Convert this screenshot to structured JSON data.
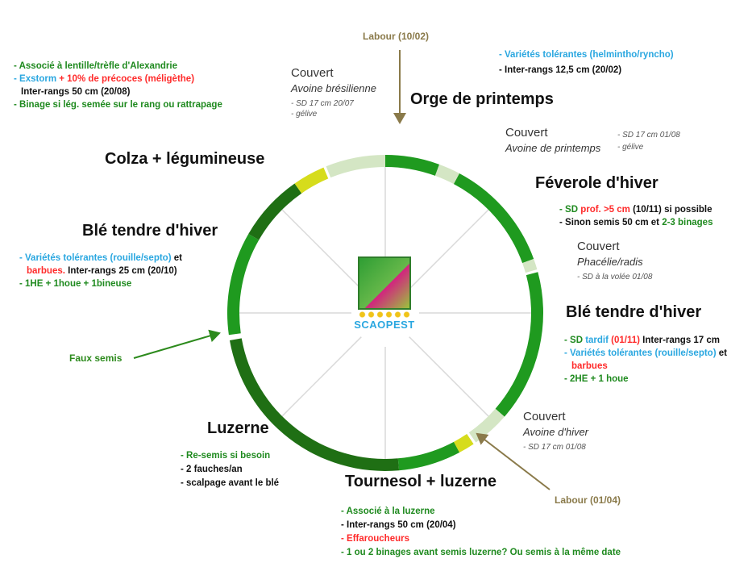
{
  "colors": {
    "dark_green": "#1f6f14",
    "mid_green": "#1f9a1f",
    "pale_green": "#d4e6c4",
    "yellow": "#d6dc1c",
    "labour_arrow": "#8a7a4a",
    "spoke": "#d9d9d9"
  },
  "logo": {
    "text": "SCAOPEST"
  },
  "labour_top": "Labour (10/02)",
  "labour_bottom": "Labour (01/04)",
  "faux_semis": "Faux semis",
  "crops": {
    "orge": "Orge  de printemps",
    "feverole": "Féverole d'hiver",
    "ble2": "Blé tendre d'hiver",
    "tournesol": "Tournesol + luzerne",
    "luzerne": "Luzerne",
    "ble1": "Blé tendre d'hiver",
    "colza": "Colza + légumineuse"
  },
  "covers": {
    "c1": {
      "title": "Couvert",
      "species": "Avoine brésilienne",
      "line1": "- SD 17 cm 20/07",
      "line2": "- gélive"
    },
    "c2": {
      "title": "Couvert",
      "species": "Avoine de printemps",
      "line1": "- SD 17 cm 01/08",
      "line2": "- gélive"
    },
    "c3": {
      "title": "Couvert",
      "species": "Phacélie/radis",
      "line1": "- SD à la volée 01/08"
    },
    "c4": {
      "title": "Couvert",
      "species": "Avoine d'hiver",
      "line1": "- SD 17 cm 01/08"
    }
  },
  "notes": {
    "colza": {
      "l1": "- Associé à lentille/trèfle d'Alexandrie",
      "l2a": "- Exstorm",
      "l2b": " + 10% de précoces (méligèthe)",
      "l3": "Inter-rangs 50 cm (20/08)",
      "l4": "- Binage si lég. semée sur le rang ou rattrapage"
    },
    "orge": {
      "l1": "- Variétés tolérantes (helmintho/ryncho)",
      "l2": "- Inter-rangs 12,5 cm (20/02)"
    },
    "feverole": {
      "l1a": "- SD ",
      "l1b": "prof. >5 cm",
      "l1c": " (10/11) si possible",
      "l2a": "- Sinon semis 50 cm et ",
      "l2b": "2-3 binages"
    },
    "ble2": {
      "l1a": "- SD ",
      "l1b": "tardif",
      "l1c": " (01/11)",
      "l1d": " Inter-rangs 17 cm",
      "l2a": "- Variétés tolérantes (rouille/septo)",
      "l2b": " et",
      "l3": "barbues",
      "l4": "- 2HE + 1 houe"
    },
    "ble1": {
      "l1a": "- Variétés tolérantes (rouille/septo)",
      "l1b": " et",
      "l2a": "barbues.",
      "l2b": " Inter-rangs 25 cm (20/10)",
      "l3": "- 1HE + 1houe + 1bineuse"
    },
    "luzerne": {
      "l1": "- Re-semis si besoin",
      "l2": "- 2 fauches/an",
      "l3": "- scalpage avant le blé"
    },
    "tournesol": {
      "l1": "- Associé à la luzerne",
      "l2": "- Inter-rangs 50 cm (20/04)",
      "l3": "- Effaroucheurs",
      "l4": "- 1 ou 2 binages avant semis luzerne? Ou semis à la même date"
    }
  }
}
